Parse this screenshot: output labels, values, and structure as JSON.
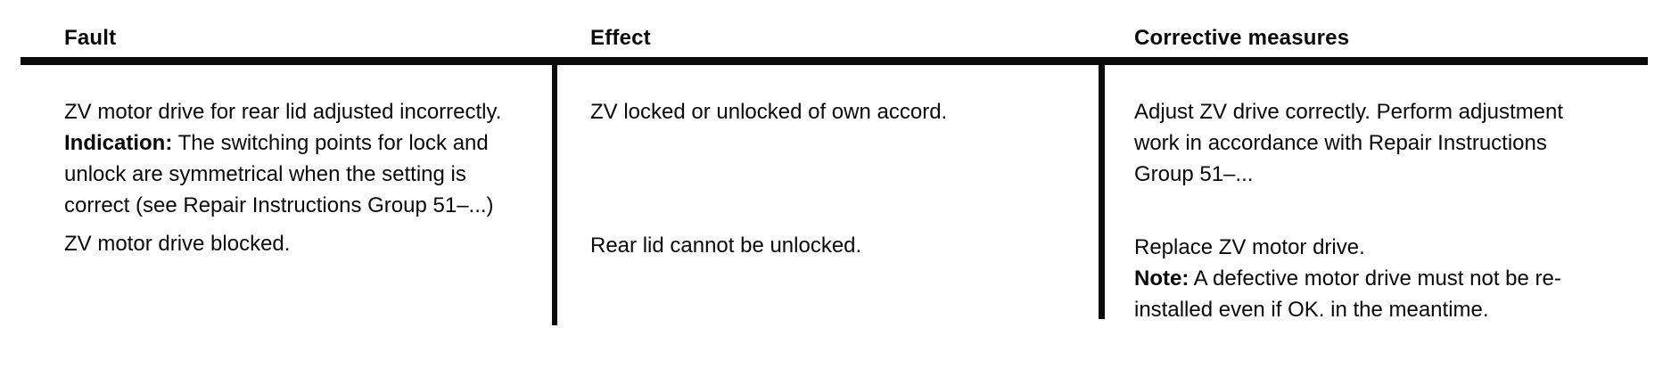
{
  "page": {
    "type": "scanned-repair-manual-troubleshooting-table",
    "background_color": "#fefefe",
    "text_color": "#0a0a0a",
    "rule_color": "#0b0b0b"
  },
  "table": {
    "columns": [
      {
        "id": "fault",
        "label": "Fault"
      },
      {
        "id": "effect",
        "label": "Effect"
      },
      {
        "id": "corrective",
        "label": "Corrective measures"
      }
    ],
    "rows": [
      {
        "fault": {
          "lines": [
            {
              "text": "ZV motor drive for rear lid adjusted incorrectly."
            },
            {
              "bold": "Indication:",
              "text": " The switching points for lock and"
            },
            {
              "text": "unlock are symmetrical when the setting is"
            },
            {
              "text": "correct (see Repair Instructions Group 51–...)"
            }
          ]
        },
        "effect": {
          "lines": [
            {
              "text": "ZV locked or unlocked of own accord."
            }
          ]
        },
        "corrective": {
          "lines": [
            {
              "text": "Adjust ZV drive correctly. Perform adjustment"
            },
            {
              "text": "work in accordance with Repair Instructions"
            },
            {
              "text": "Group 51–..."
            }
          ]
        }
      },
      {
        "fault": {
          "lines": [
            {
              "text": "ZV motor drive blocked."
            }
          ]
        },
        "effect": {
          "lines": [
            {
              "text": "Rear lid cannot be unlocked."
            }
          ]
        },
        "corrective": {
          "lines": [
            {
              "text": "Replace ZV motor drive."
            },
            {
              "bold": "Note:",
              "text": " A defective motor drive must not be re-"
            },
            {
              "text": "installed even if OK. in the meantime."
            }
          ]
        }
      }
    ]
  }
}
